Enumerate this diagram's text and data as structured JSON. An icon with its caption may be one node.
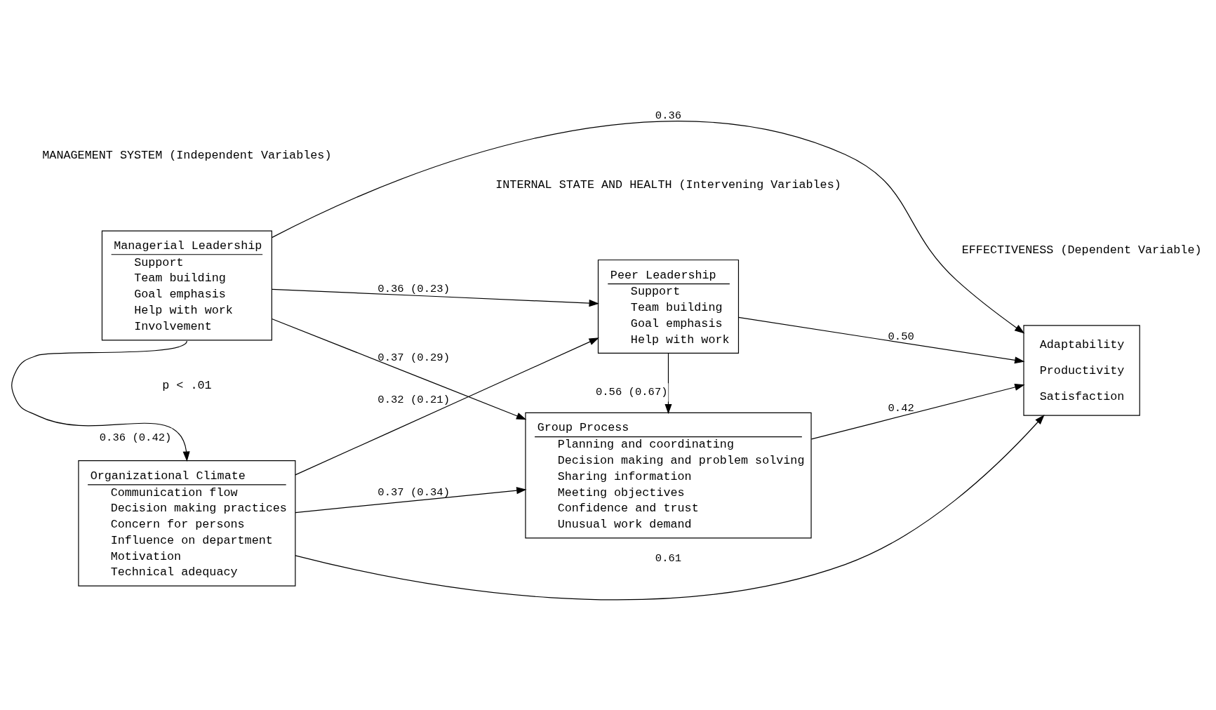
{
  "diagram": {
    "nodes": [
      {
        "text": [
          "Managerial Leadership",
          "Support",
          "Team building",
          "Goal emphasis",
          "Help with work",
          "Involvement"
        ]
      },
      {
        "text": [
          "Peer Leadership",
          "Support",
          "Team building",
          "Goal emphasis",
          "Help with work"
        ]
      },
      {
        "text": [
          "Organizational Climate",
          "Communication flow",
          "Decision making practices",
          "Concern for persons",
          "Influence on department",
          "Motivation",
          "Technical adequacy"
        ]
      },
      {
        "text": [
          "Group Process",
          "Planning and coordinating",
          "Decision making and problem solving",
          "Sharing information",
          "Meeting objectives",
          "Confidence and trust",
          "Unusual work demand"
        ]
      },
      {
        "text": [
          "Adaptability",
          "Productivity",
          "Satisfaction"
        ]
      }
    ],
    "edges": [
      {
        "from": 0,
        "to": 4,
        "arrow": "to",
        "label": "0.36"
      },
      {
        "from": 0,
        "to": 1,
        "arrow": "to",
        "label": "0.36 (0.23)"
      },
      {
        "from": 0,
        "to": 3,
        "arrow": "to",
        "label": "0.37 (0.29)"
      },
      {
        "from": 0,
        "to": 2,
        "arrow": "to",
        "label": "0.36 (0.42)"
      },
      {
        "from": 2,
        "to": 1,
        "arrow": "to",
        "label": "0.32 (0.21)"
      },
      {
        "from": 2,
        "to": 3,
        "arrow": "to",
        "label": "0.37 (0.34)"
      },
      {
        "from": 1,
        "to": 3,
        "arrow": "to",
        "label": "0.56 (0.67)"
      },
      {
        "from": 1,
        "to": 4,
        "arrow": "to",
        "label": "0.50"
      },
      {
        "from": 3,
        "to": 4,
        "arrow": "to",
        "label": "0.42"
      },
      {
        "from": 2,
        "to": 4,
        "arrow": "to",
        "label": "0.61"
      }
    ],
    "labels": [
      "MANAGEMENT SYSTEM (Independent Variables)",
      "INTERNAL STATE AND HEALTH (Intervening Variables)",
      "EFFECTIVENESS (Dependent Variable)",
      "p < .01"
    ]
  }
}
